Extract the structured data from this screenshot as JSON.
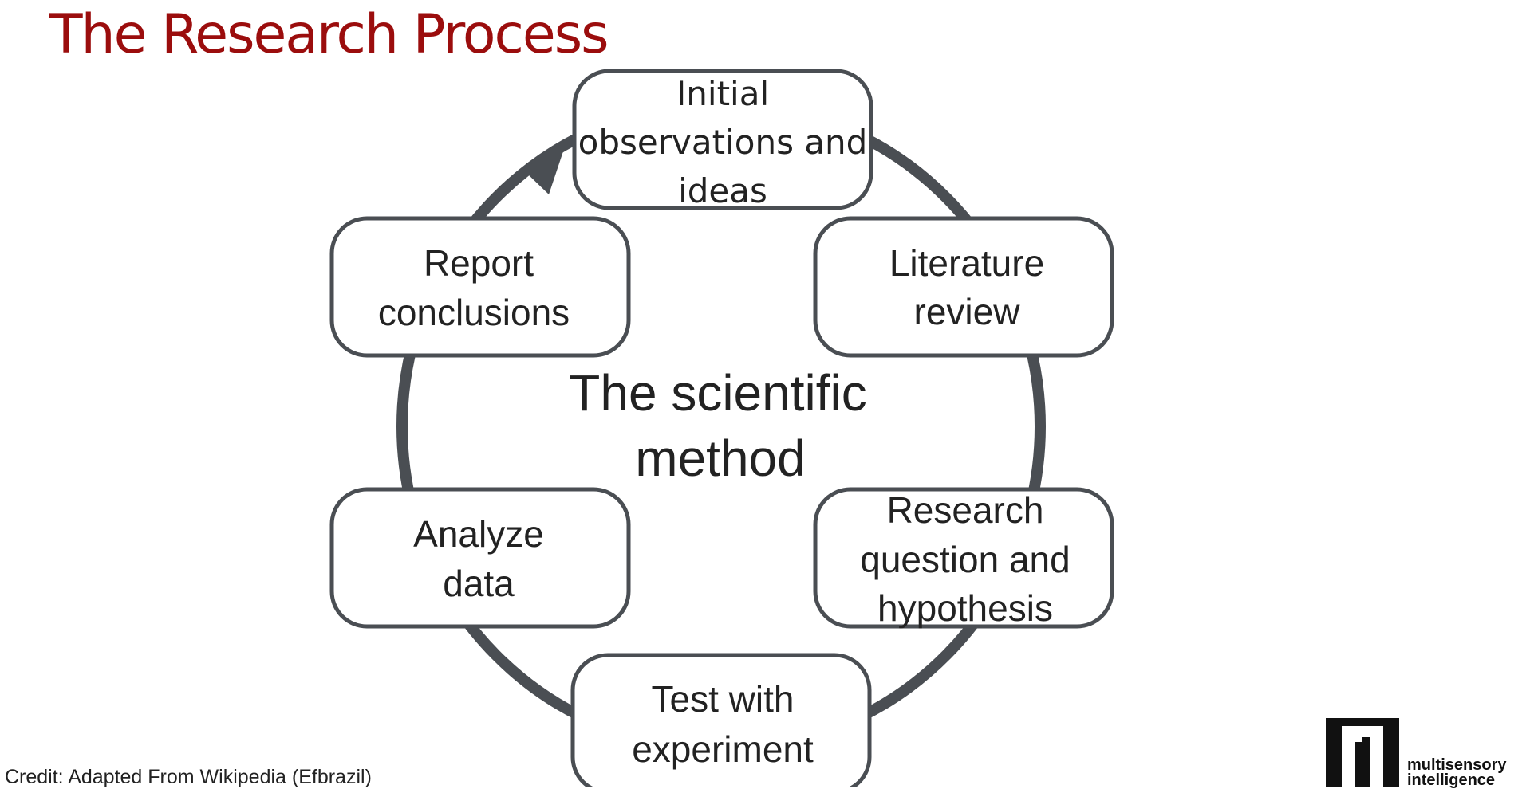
{
  "slide": {
    "title": "The Research Process",
    "credit": "Credit: Adapted From Wikipedia (Efbrazil)"
  },
  "diagram": {
    "center_lines": [
      "The scientific",
      "method"
    ],
    "colors": {
      "ring": "#4a4e53",
      "title": "#9b0d0d",
      "text": "#222222",
      "box_fill": "#ffffff"
    },
    "nodes": [
      {
        "id": "initial-observations",
        "lines": [
          "Initial",
          "observations and",
          "ideas"
        ]
      },
      {
        "id": "literature-review",
        "lines": [
          "Literature",
          "review"
        ]
      },
      {
        "id": "research-question",
        "lines": [
          "Research",
          "question and",
          "hypothesis"
        ]
      },
      {
        "id": "test-experiment",
        "lines": [
          "Test with",
          "experiment"
        ]
      },
      {
        "id": "analyze-data",
        "lines": [
          "Analyze",
          "data"
        ]
      },
      {
        "id": "report-conclusions",
        "lines": [
          "Report",
          "conclusions"
        ]
      }
    ]
  },
  "logo": {
    "lines": [
      "multisensory",
      "intelligence"
    ],
    "icon": "logo-mark"
  }
}
